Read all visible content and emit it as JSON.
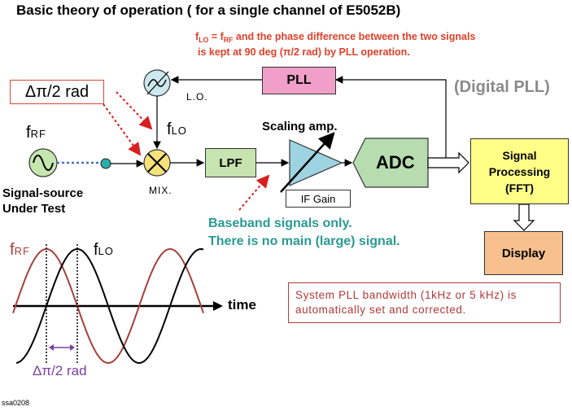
{
  "title": "Basic theory of operation ( for a single channel of E5052B)",
  "pll_note": {
    "line1_sym_f": "f",
    "line1_sym_lo": "LO",
    "line1_eq": " = f",
    "line1_sym_rf": "RF",
    "line1_rest": " and the phase difference between the two signals",
    "line2": "is kept at 90 deg (π/2 rad) by PLL operation."
  },
  "phase_label": "Δπ/2 rad",
  "blocks": {
    "pll": "PLL",
    "lo": "L.O.",
    "mix": "MIX.",
    "lpf": "LPF",
    "adc": "ADC",
    "scaling_amp": "Scaling amp.",
    "if_gain": "IF Gain",
    "signal_processing": [
      "Signal",
      "Processing",
      "(FFT)"
    ],
    "display": "Display",
    "digital_pll": "(Digital PLL)"
  },
  "signal_labels": {
    "f": "f",
    "rf": "RF",
    "lo": "LO"
  },
  "source_label": [
    "Signal-source",
    "Under Test"
  ],
  "baseband_note": [
    "Baseband signals only.",
    "There is no main (large) signal."
  ],
  "wave": {
    "time_label": "time",
    "phase_label": "Δπ/2 rad"
  },
  "bandwidth_note": [
    "System PLL bandwidth (1kHz or 5 kHz) is",
    "automatically set and corrected."
  ],
  "figure_id": "ssa0208",
  "colors": {
    "pll_fill": "#f0a0c8",
    "lpf_fill": "#c7e3b0",
    "adc_fill": "#b6dcb0",
    "sp_fill": "#ffff88",
    "display_fill": "#f7c08e",
    "lo_fill": "#cde8ef",
    "mix_fill": "#f6e27a",
    "note_red": "#e0402a",
    "teal": "#2a9a93",
    "rf_wave": "#a5403a",
    "lo_wave": "#000000",
    "phase_arrow": "#7a3ea3",
    "bw_note_border": "#b23a3a"
  }
}
